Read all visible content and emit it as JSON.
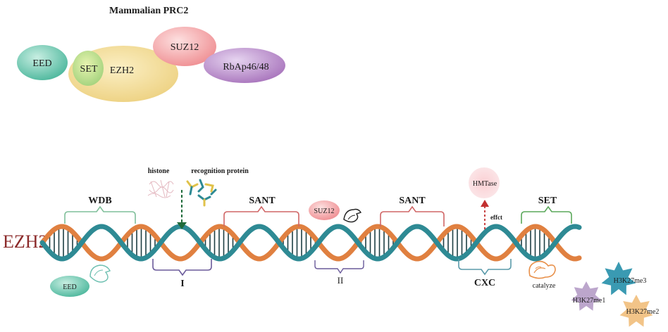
{
  "complex": {
    "title": "Mammalian PRC2",
    "subunits": {
      "eed": "EED",
      "set": "SET",
      "ezh2": "EZH2",
      "suz12": "SUZ12",
      "rbap": "RbAp46/48"
    }
  },
  "ezh2_map": {
    "label": "EZH2",
    "domains_top": {
      "wdb": "WDB",
      "sant1": "SANT",
      "sant2": "SANT",
      "set": "SET"
    },
    "domains_bottom": {
      "i": "I",
      "ii": "II",
      "cxc": "CXC"
    },
    "annotations": {
      "histone": "histone",
      "recognition_protein": "recognition protein",
      "suz12": "SUZ12",
      "hmtase": "HMTase",
      "effect": "effct",
      "eed": "EED",
      "catalyze": "catalyze"
    },
    "marks": {
      "me3": "H3K27me3",
      "me1": "H3K27me1",
      "me2": "H3K27me2"
    }
  },
  "colors": {
    "eed": "#5ec4ac",
    "ezh2": "#f2d98c",
    "suz12": "#f4a4a4",
    "rbap": "#b488c4",
    "teal_strand": "#2e8a94",
    "orange_strand": "#e08040",
    "ezh2_label": "#8b2a2a"
  }
}
